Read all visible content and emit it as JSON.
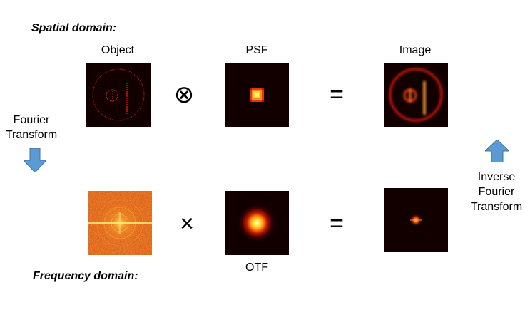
{
  "spatial_heading": "Spatial domain:",
  "frequency_heading": "Frequency domain:",
  "labels": {
    "object": "Object",
    "psf": "PSF",
    "image": "Image",
    "otf": "OTF"
  },
  "left_arrow_label": [
    "Fourier",
    "Transform"
  ],
  "right_arrow_label": [
    "Inverse",
    "Fourier",
    "Transform"
  ],
  "operators": {
    "convolution": "⊗",
    "equals_top": "=",
    "multiply": "×",
    "equals_bottom": "="
  },
  "colors": {
    "arrow": "#5b9bd5",
    "panel_background": "#120000",
    "hot_red": "#d01808",
    "hot_yellow": "#fff070"
  }
}
